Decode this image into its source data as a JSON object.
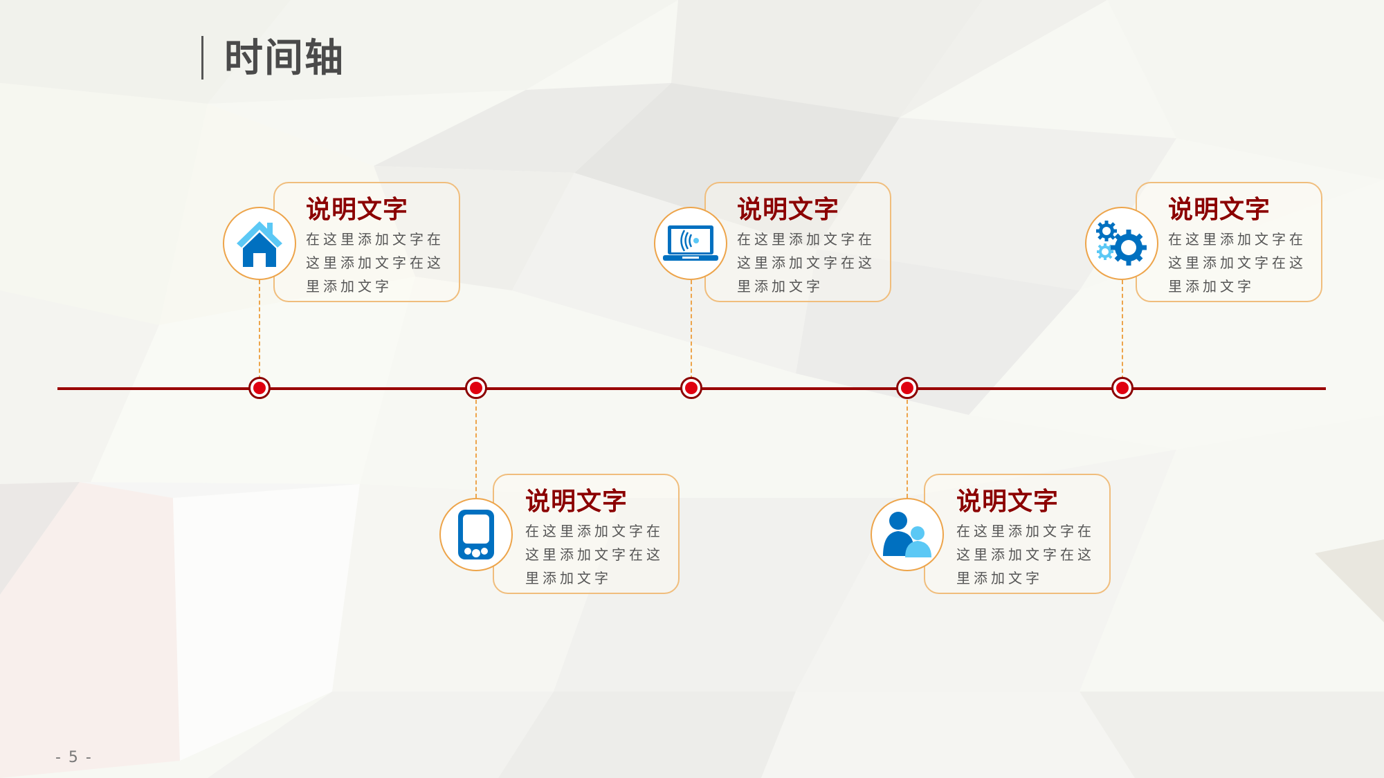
{
  "slide": {
    "title": "时间轴",
    "page_number": "- 5 -",
    "colors": {
      "accent": "#8b0000",
      "timeline": "#990000",
      "dot_fill": "#e00010",
      "card_border": "#f0bd7c",
      "connector": "#eda44a",
      "icon_dark_blue": "#0070c0",
      "icon_light_blue": "#5bc8f5"
    }
  },
  "milestones": [
    {
      "position": "top",
      "icon": "house-icon",
      "heading": "说明文字",
      "body": "在这里添加文字在这里添加文字在这里添加文字"
    },
    {
      "position": "bottom",
      "icon": "tablet-icon",
      "heading": "说明文字",
      "body": "在这里添加文字在这里添加文字在这里添加文字"
    },
    {
      "position": "top",
      "icon": "laptop-wifi-icon",
      "heading": "说明文字",
      "body": "在这里添加文字在这里添加文字在这里添加文字"
    },
    {
      "position": "bottom",
      "icon": "users-icon",
      "heading": "说明文字",
      "body": "在这里添加文字在这里添加文字在这里添加文字"
    },
    {
      "position": "top",
      "icon": "gears-icon",
      "heading": "说明文字",
      "body": "在这里添加文字在这里添加文字在这里添加文字"
    }
  ]
}
